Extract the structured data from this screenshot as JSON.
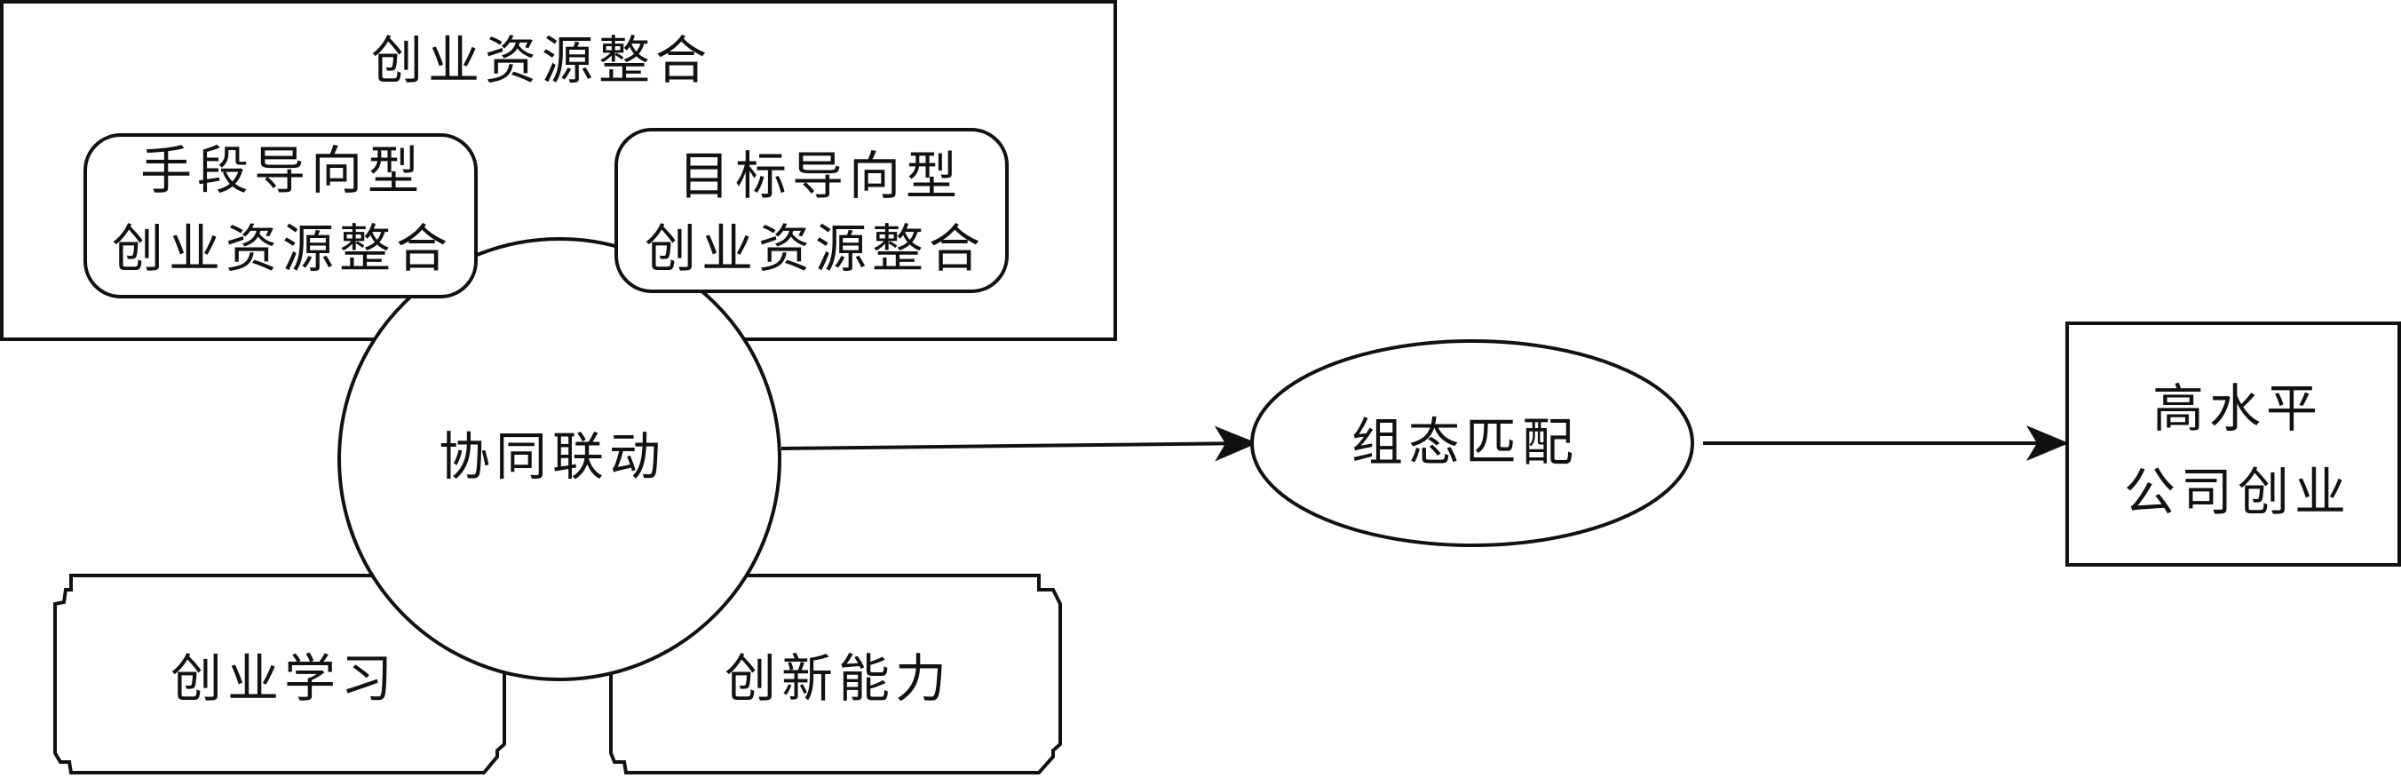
{
  "diagram": {
    "resource_box": {
      "title": "创业资源整合"
    },
    "means_box": {
      "line1": "手段导向型",
      "line2": "创业资源整合"
    },
    "goal_box": {
      "line1": "目标导向型",
      "line2": "创业资源整合"
    },
    "synergy_circle": {
      "label": "协同联动"
    },
    "learning_box": {
      "label": "创业学习"
    },
    "innovation_box": {
      "label": "创新能力"
    },
    "config_ellipse": {
      "label": "组态匹配"
    },
    "outcome_box": {
      "line1": "高水平",
      "line2": "公司创业"
    }
  }
}
